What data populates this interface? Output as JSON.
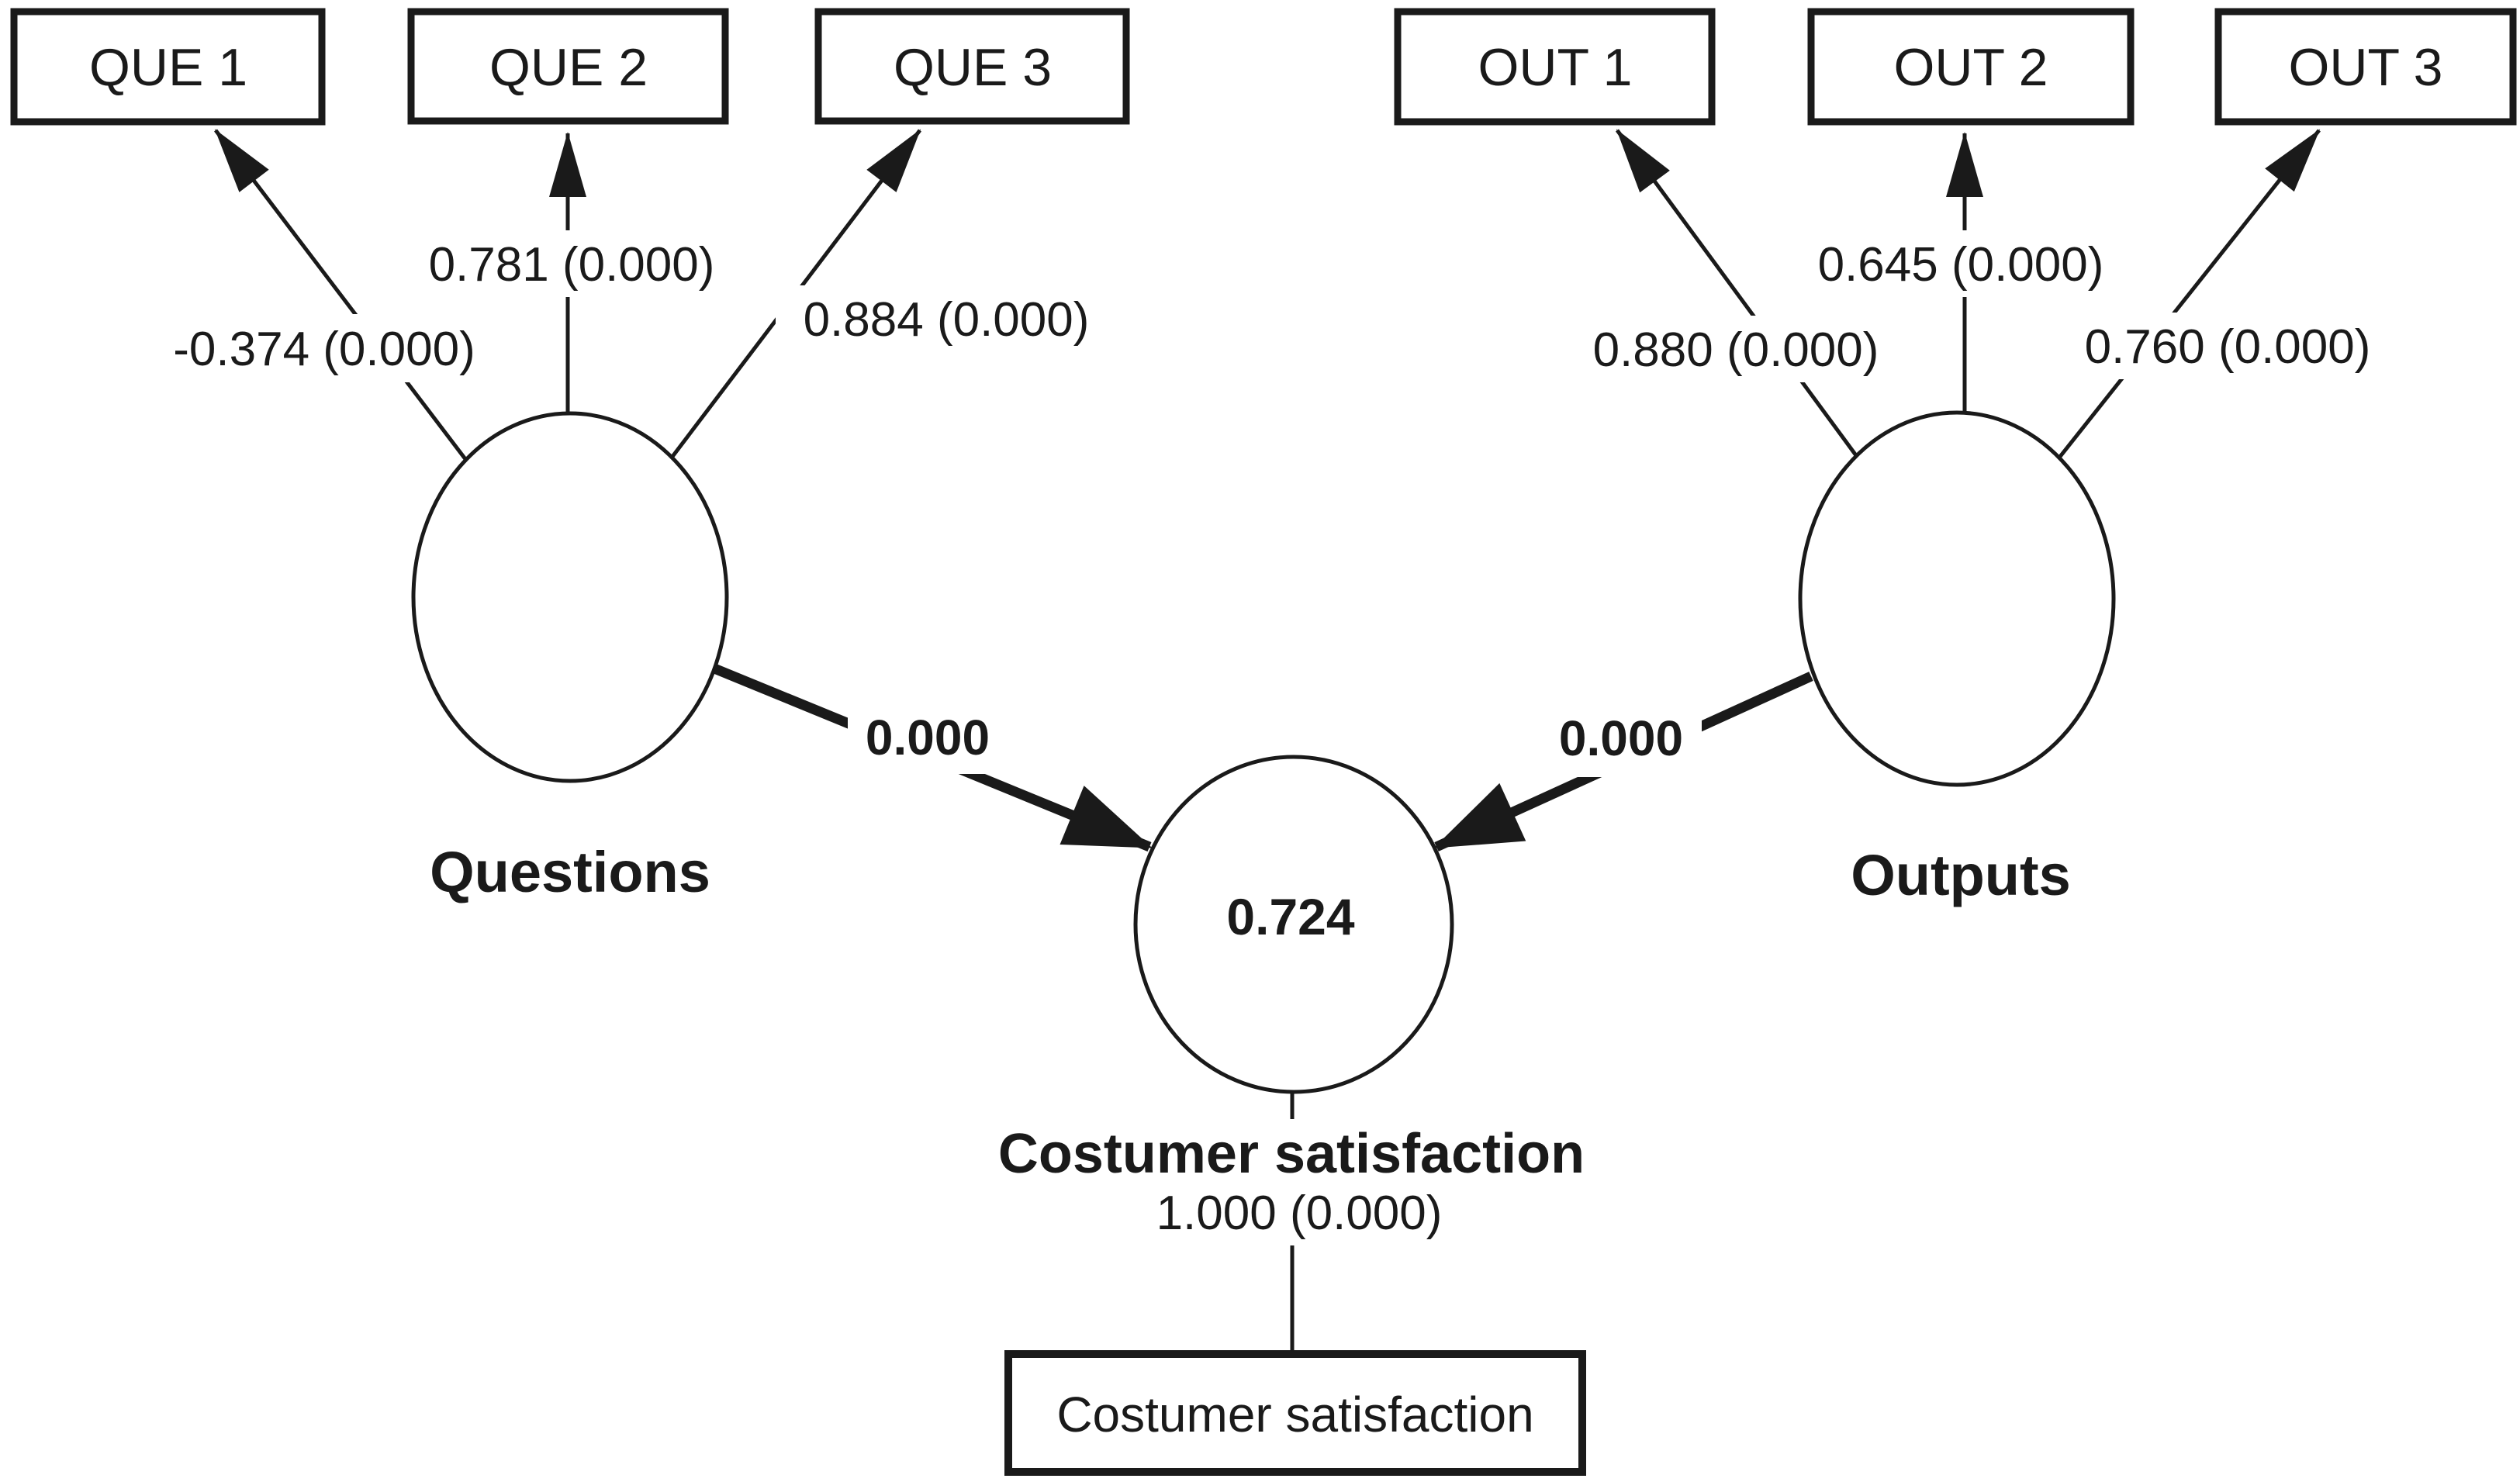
{
  "nodes": {
    "que1": "QUE 1",
    "que2": "QUE 2",
    "que3": "QUE 3",
    "out1": "OUT 1",
    "out2": "OUT 2",
    "out3": "OUT 3",
    "questions": "Questions",
    "outputs": "Outputs",
    "center_r_squared": "0.724",
    "center_label": "Costumer satisfaction",
    "center_indicator": "Costumer satisfaction"
  },
  "loadings": {
    "que1": "-0.374 (0.000)",
    "que2": "0.781 (0.000)",
    "que3": "0.884 (0.000)",
    "out1": "0.880 (0.000)",
    "out2": "0.645 (0.000)",
    "out3": "0.760 (0.000)",
    "center": "1.000 (0.000)"
  },
  "path_coefficients": {
    "questions_to_center": "0.000",
    "outputs_to_center": "0.000"
  },
  "colors": {
    "ink": "#1a1a1a",
    "background": "#ffffff"
  }
}
